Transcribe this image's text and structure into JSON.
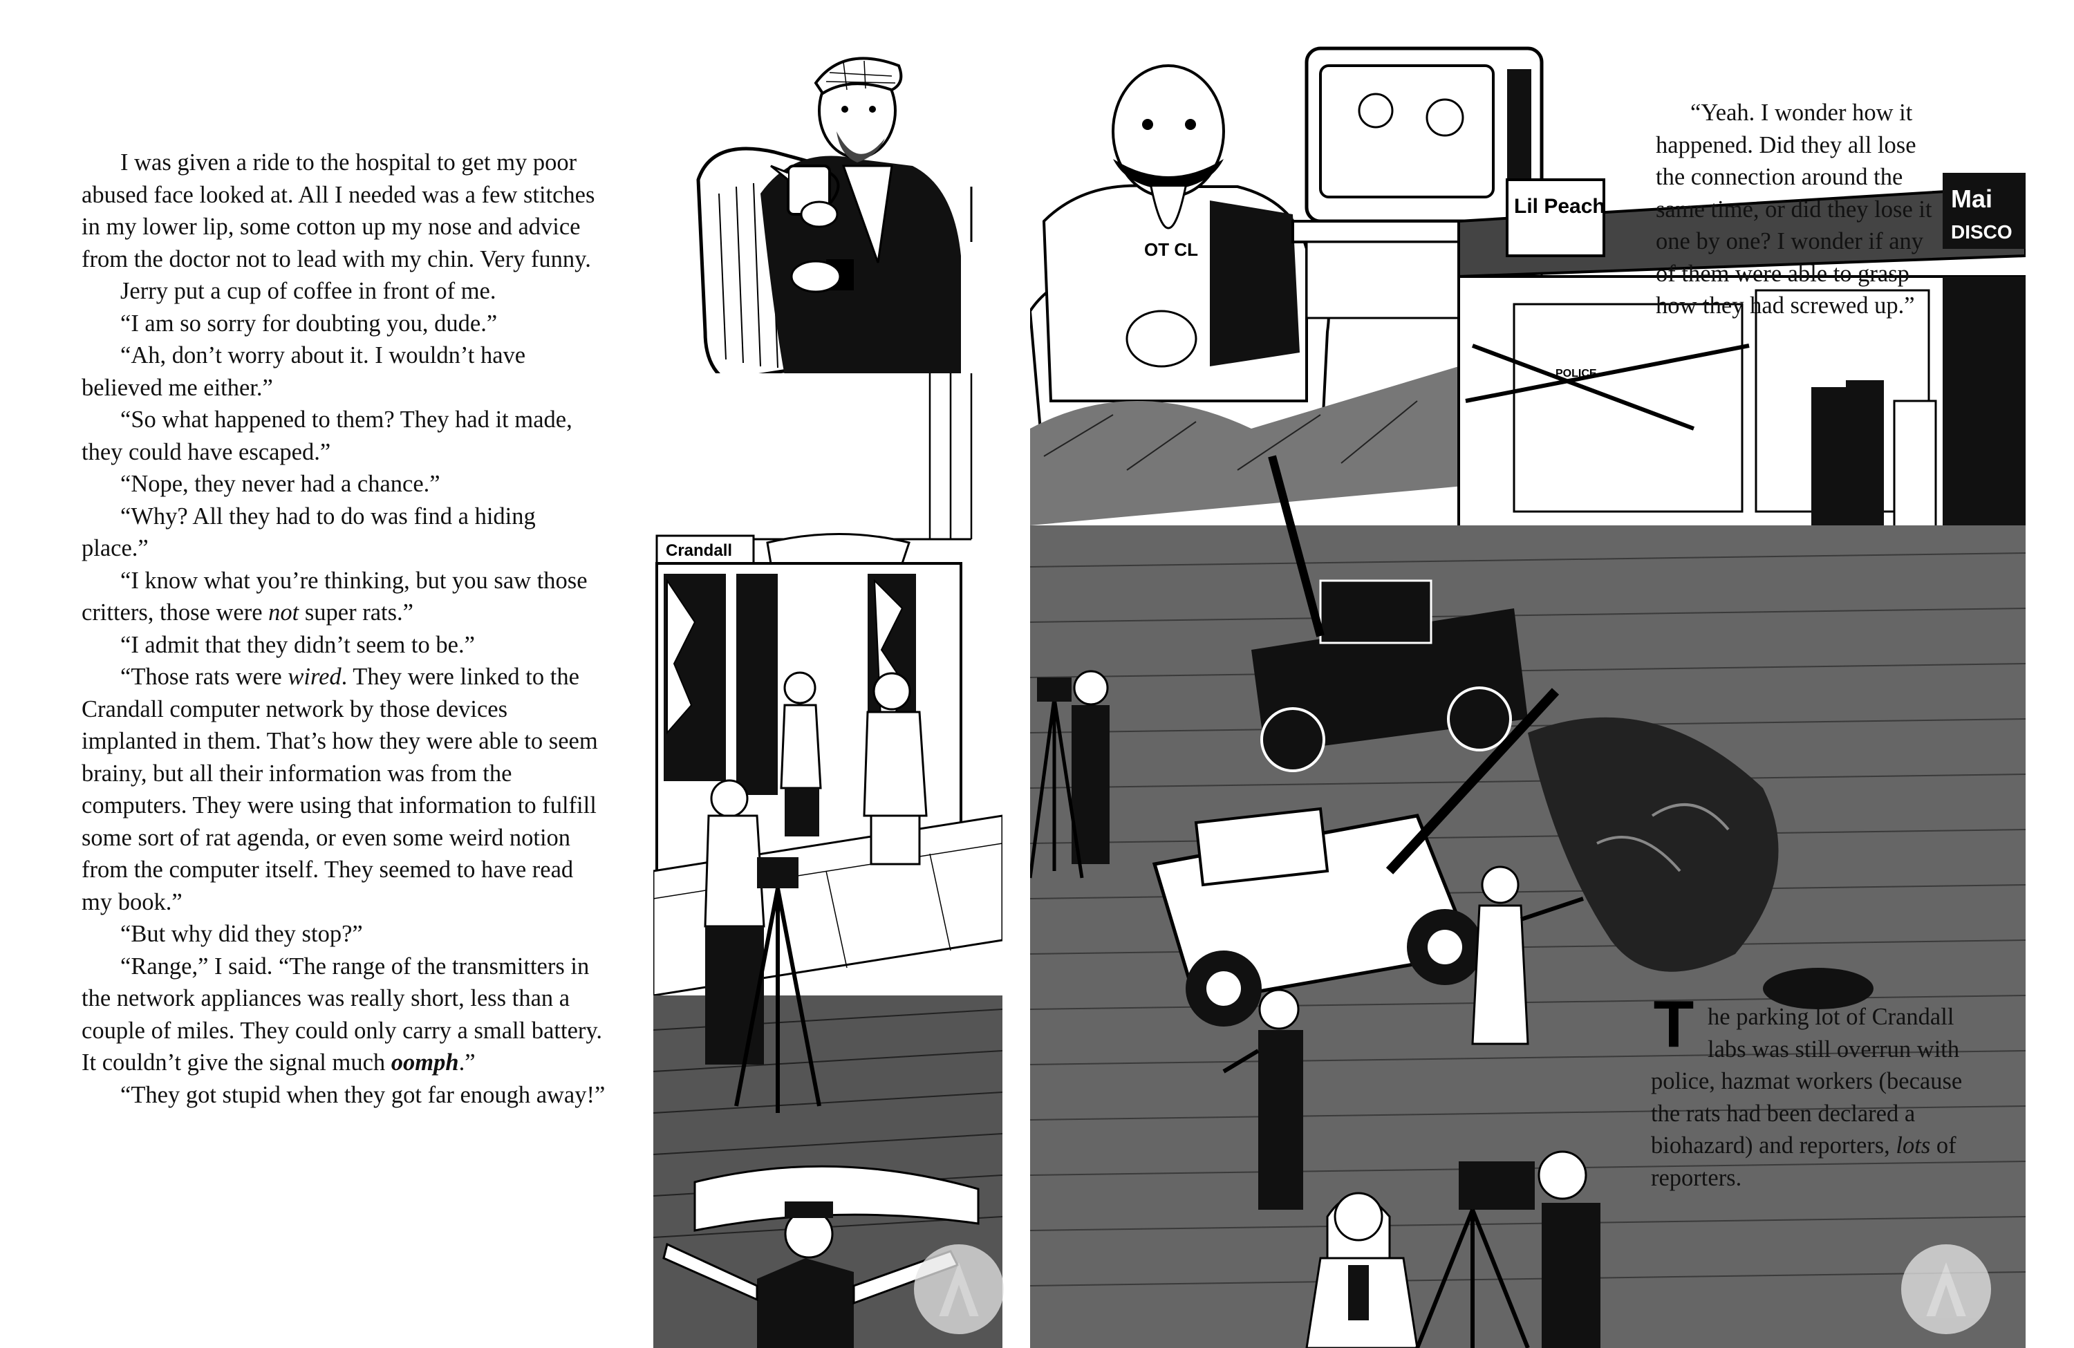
{
  "left_page": {
    "paragraphs": [
      [
        {
          "t": "I was given a ride to the hospital to get my poor abused face looked at. All I needed was a few stitches in my lower lip, some cotton up my nose and advice from the doctor not to lead with my chin. Very funny."
        }
      ],
      [
        {
          "t": "Jerry put a cup of coffee in front of me."
        }
      ],
      [
        {
          "t": "“I am so sorry for doubting you, dude.”"
        }
      ],
      [
        {
          "t": "“Ah, don’t worry about it. I wouldn’t have believed me either.”"
        }
      ],
      [
        {
          "t": "“So what happened to them? They had it made, they could have escaped.”"
        }
      ],
      [
        {
          "t": "“Nope, they never had a chance.”"
        }
      ],
      [
        {
          "t": "“Why? All they had to do was find a hiding place.”"
        }
      ],
      [
        {
          "t": "“I know what you’re thinking, but you saw those critters, those were "
        },
        {
          "t": "not",
          "s": "i"
        },
        {
          "t": " super rats.”"
        }
      ],
      [
        {
          "t": "“I admit that they didn’t seem to be.”"
        }
      ],
      [
        {
          "t": "“Those rats were "
        },
        {
          "t": "wired",
          "s": "i"
        },
        {
          "t": ". They were linked to the Crandall computer network by those devices implanted in them. That’s how they were able to seem brainy, but all their information was from the computers. They were using that information to fulfill some sort of rat agenda, or even some weird notion from the computer itself. They seemed to have read my book.”"
        }
      ],
      [
        {
          "t": "“But why did they stop?”"
        }
      ],
      [
        {
          "t": "“Range,” I said. “The range of the transmitters in the network appliances was really short, less than a couple of miles. They could only carry a small battery. It couldn’t give the signal much "
        },
        {
          "t": "oomph",
          "s": "b"
        },
        {
          "t": ".”"
        }
      ],
      [
        {
          "t": "“They got stupid when they got far enough away!”"
        }
      ]
    ]
  },
  "right_page": {
    "top_caption": "“Yeah. I wonder how it happened. Did they all lose the connection around the same time, or did they lose it one by one? I wonder if any of them were able to grasp how they had screwed up.”",
    "bottom_caption": {
      "drop_cap": "T",
      "parts": [
        {
          "t": "he parking lot of Crandall labs was still overrun with police, hazmat workers (because the rats had been declared a biohazard) and reporters, "
        },
        {
          "t": "lots",
          "s": "i"
        },
        {
          "t": " of reporters."
        }
      ]
    }
  },
  "illustration": {
    "signs": {
      "crandall": "Crandall",
      "lil_peach": "Lil Peach",
      "mai": "Mai",
      "disco": "DISCO",
      "police_tape": "POLICE",
      "shirt_text": "OT CL\nE FRA"
    },
    "icons": [
      "watermark-logo-icon"
    ]
  }
}
